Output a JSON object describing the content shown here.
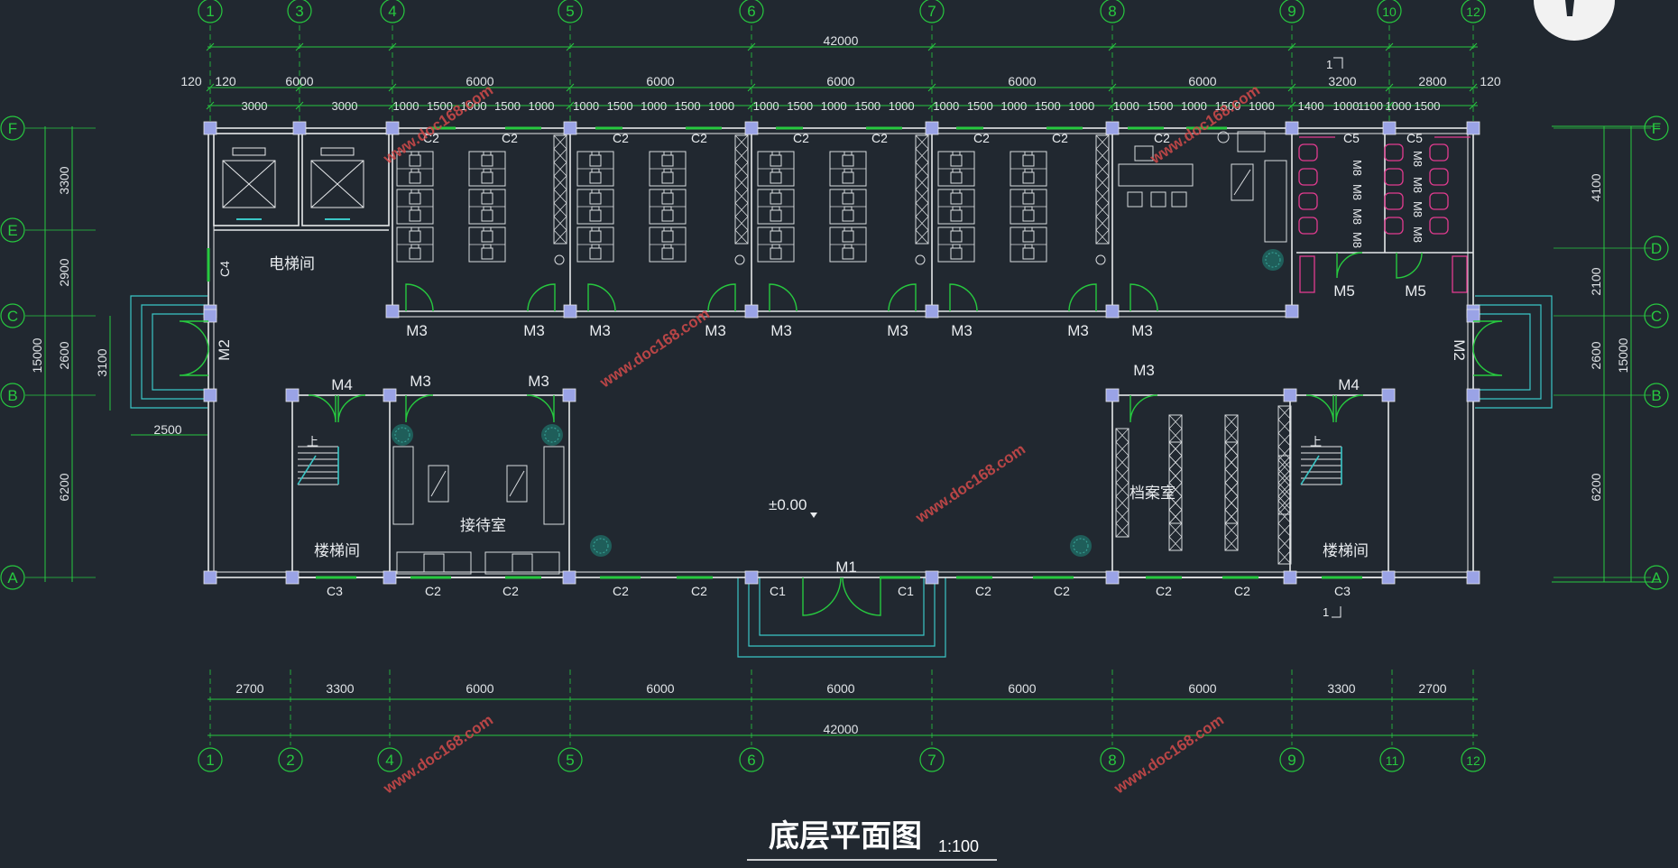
{
  "title": "底层平面图",
  "scale": "1:100",
  "elevation": "±0.00",
  "watermark": "www.doc168.com",
  "section_mark": "1",
  "stair_up": "上",
  "dimensions": {
    "overall_top": "42000",
    "overall_bottom": "42000",
    "top_row1": [
      "120",
      "120",
      "6000",
      "6000",
      "6000",
      "6000",
      "6000",
      "6000",
      "3200",
      "2800",
      "120"
    ],
    "top_row2": [
      "3000",
      "3000",
      "1000",
      "1500",
      "1000",
      "1500",
      "1000",
      "1000",
      "1500",
      "1000",
      "1500",
      "1000",
      "1000",
      "1500",
      "1000",
      "1500",
      "1000",
      "1000",
      "1500",
      "1000",
      "1500",
      "1000",
      "1000",
      "1500",
      "1000",
      "1500",
      "1000",
      "1400",
      "1000",
      "1100",
      "1000",
      "1500"
    ],
    "bottom_row": [
      "2700",
      "3300",
      "6000",
      "6000",
      "6000",
      "6000",
      "6000",
      "3300",
      "2700"
    ],
    "left_outer": "15000",
    "left_inner": [
      "3300",
      "2900",
      "2600",
      "6200"
    ],
    "left_entrance": [
      "3100",
      "2500"
    ],
    "right_outer": "15000",
    "right_inner": [
      "4100",
      "2100",
      "2600",
      "6200"
    ]
  },
  "axes": {
    "columns_top": [
      "1",
      "3",
      "4",
      "5",
      "6",
      "7",
      "8",
      "9",
      "10",
      "12"
    ],
    "columns_bottom": [
      "1",
      "2",
      "4",
      "5",
      "6",
      "7",
      "8",
      "9",
      "11",
      "12"
    ],
    "rows_left": [
      "F",
      "E",
      "C",
      "B",
      "A"
    ],
    "rows_right": [
      "F",
      "D",
      "C",
      "B",
      "A"
    ]
  },
  "rooms": {
    "elevator": "电梯间",
    "reception": "接待室",
    "stair_left": "楼梯间",
    "stair_right": "楼梯间",
    "archive": "档案室"
  },
  "openings": {
    "c1": "C1",
    "c2": "C2",
    "c3": "C3",
    "c4": "C4",
    "c5": "C5",
    "m1": "M1",
    "m2": "M2",
    "m3": "M3",
    "m4": "M4",
    "m5": "M5",
    "m8": "M8"
  },
  "colors": {
    "background": "#212830",
    "wall": "#e6e8ea",
    "dimension": "#27c93f",
    "column": "#9aa3e6",
    "fixture": "#e23b8f",
    "canopy": "#3ac6c6",
    "watermark": "#d24a4a"
  }
}
